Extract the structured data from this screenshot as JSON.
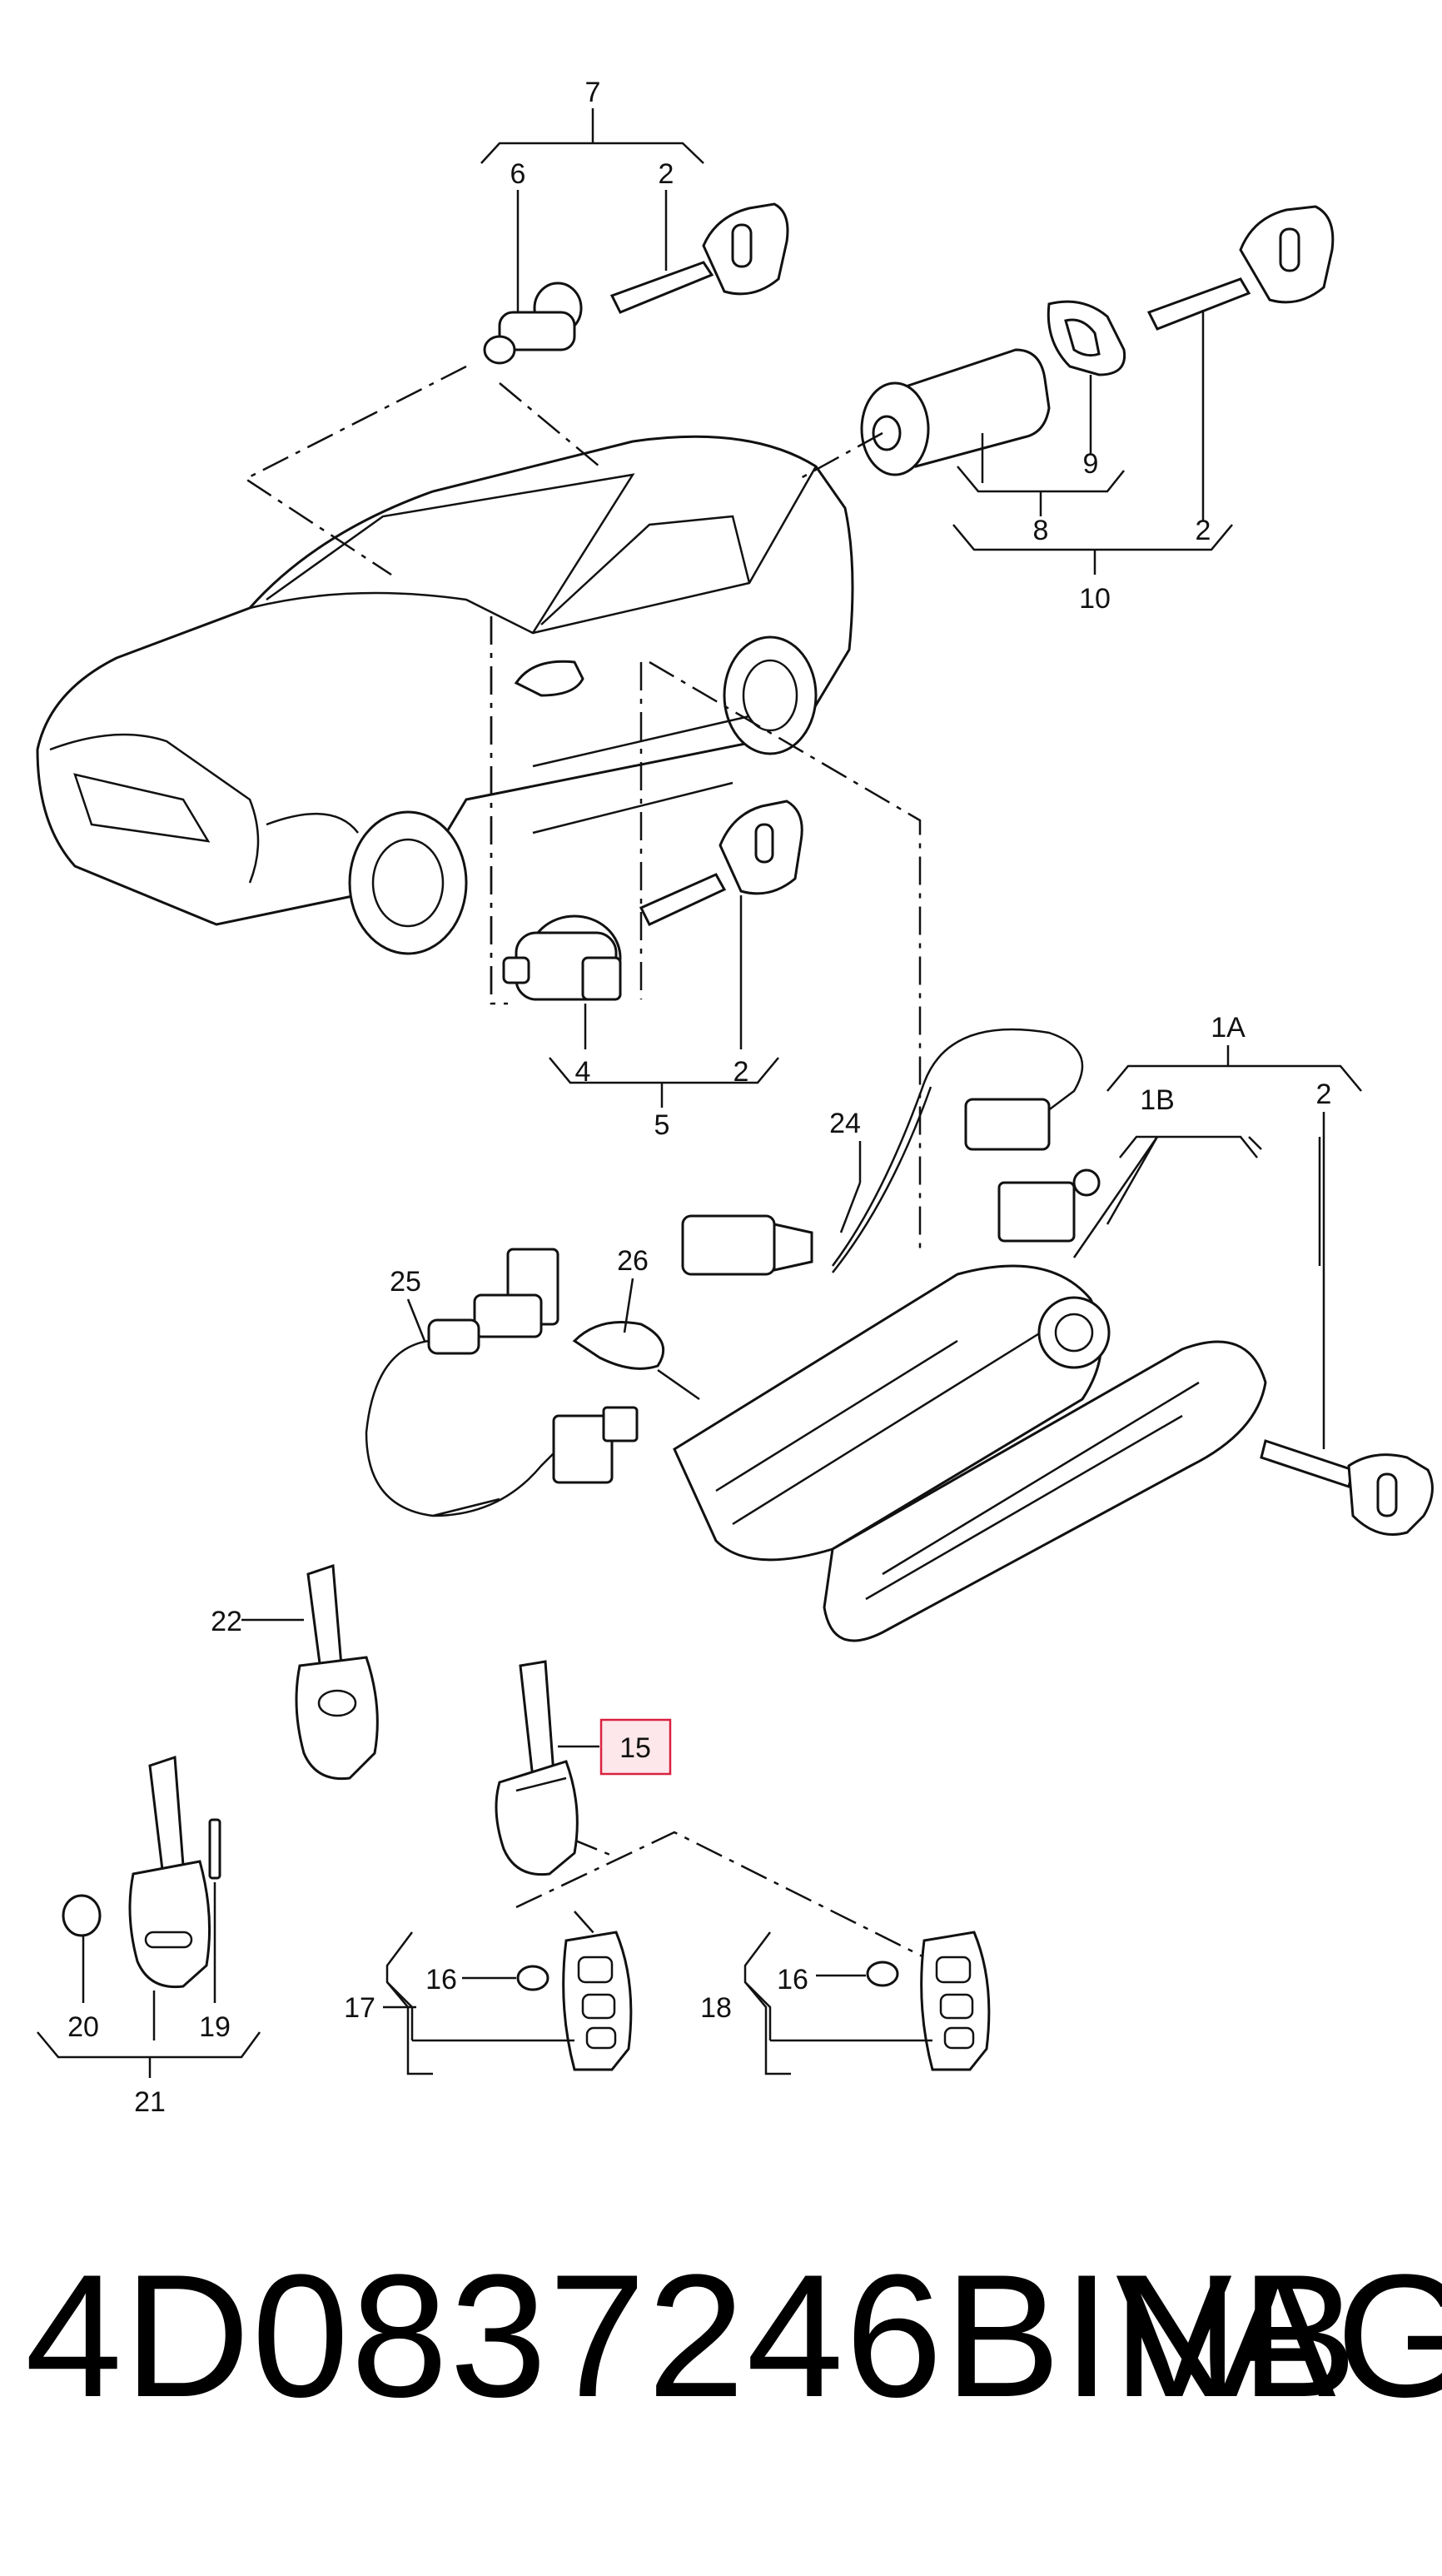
{
  "diagram": {
    "callouts": {
      "c7": "7",
      "c6": "6",
      "c2a": "2",
      "c9": "9",
      "c8": "8",
      "c2b": "2",
      "c10": "10",
      "c4": "4",
      "c2c": "2",
      "c5": "5",
      "c1A": "1A",
      "c1B": "1B",
      "c2d": "2",
      "c24": "24",
      "c25": "25",
      "c26": "26",
      "c22": "22",
      "c15": "15",
      "c16a": "16",
      "c16b": "16",
      "c17": "17",
      "c18": "18",
      "c20": "20",
      "c19": "19",
      "c21": "21"
    },
    "highlighted_callout": "15",
    "colors": {
      "line": "#111111",
      "highlight_fill": "#fde7ea",
      "highlight_stroke": "#d9213f"
    }
  },
  "footer": {
    "part_number": "4D0837246BINB",
    "brand": "VAG"
  }
}
